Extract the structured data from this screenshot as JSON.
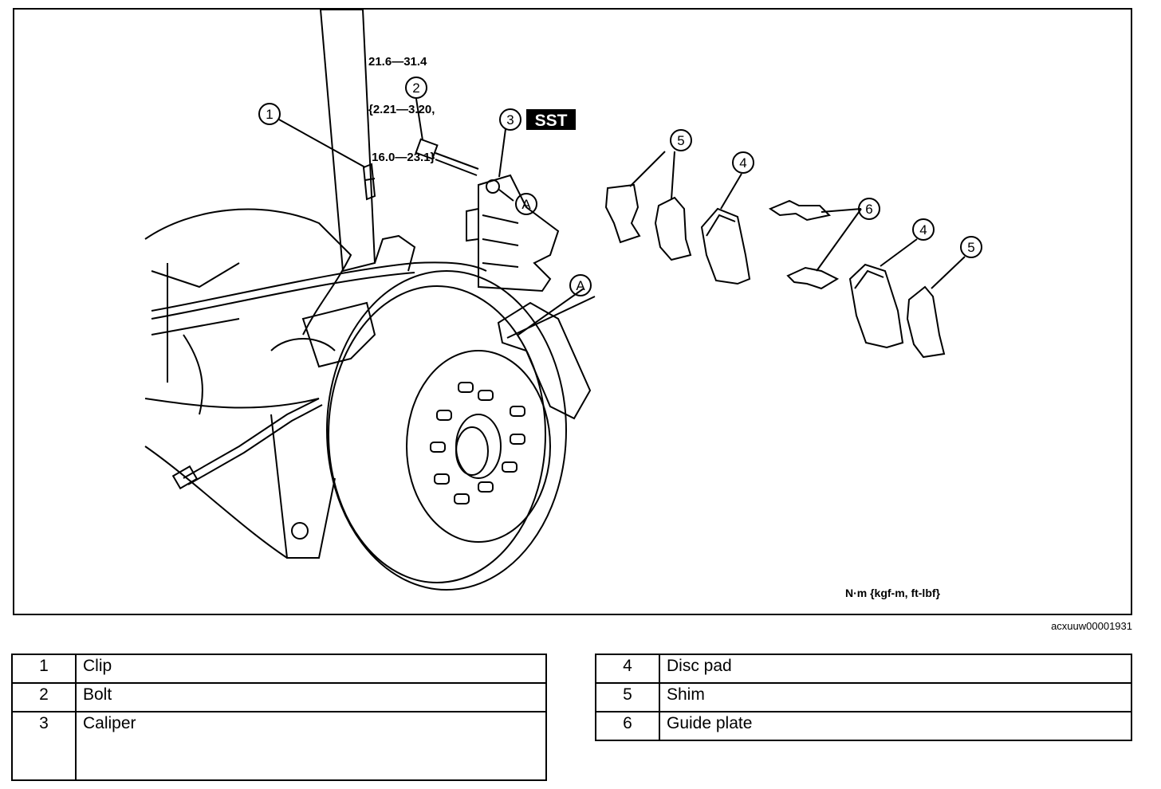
{
  "torque_spec": {
    "line1": "21.6—31.4",
    "line2": "{2.21—3.20,",
    "line3": " 16.0—23.1}"
  },
  "sst_label": "SST",
  "callouts": {
    "c1": "1",
    "c2": "2",
    "c3": "3",
    "c4a": "4",
    "c4b": "4",
    "c5a": "5",
    "c5b": "5",
    "c6": "6",
    "a1": "A",
    "a2": "A"
  },
  "units_label": "N·m {kgf-m, ft-lbf}",
  "figure_id": "acxuuw00001931",
  "legend_left": [
    {
      "num": "1",
      "name": "Clip"
    },
    {
      "num": "2",
      "name": "Bolt"
    },
    {
      "num": "3",
      "name": "Caliper"
    }
  ],
  "legend_right": [
    {
      "num": "4",
      "name": "Disc pad"
    },
    {
      "num": "5",
      "name": "Shim"
    },
    {
      "num": "6",
      "name": "Guide plate"
    }
  ]
}
